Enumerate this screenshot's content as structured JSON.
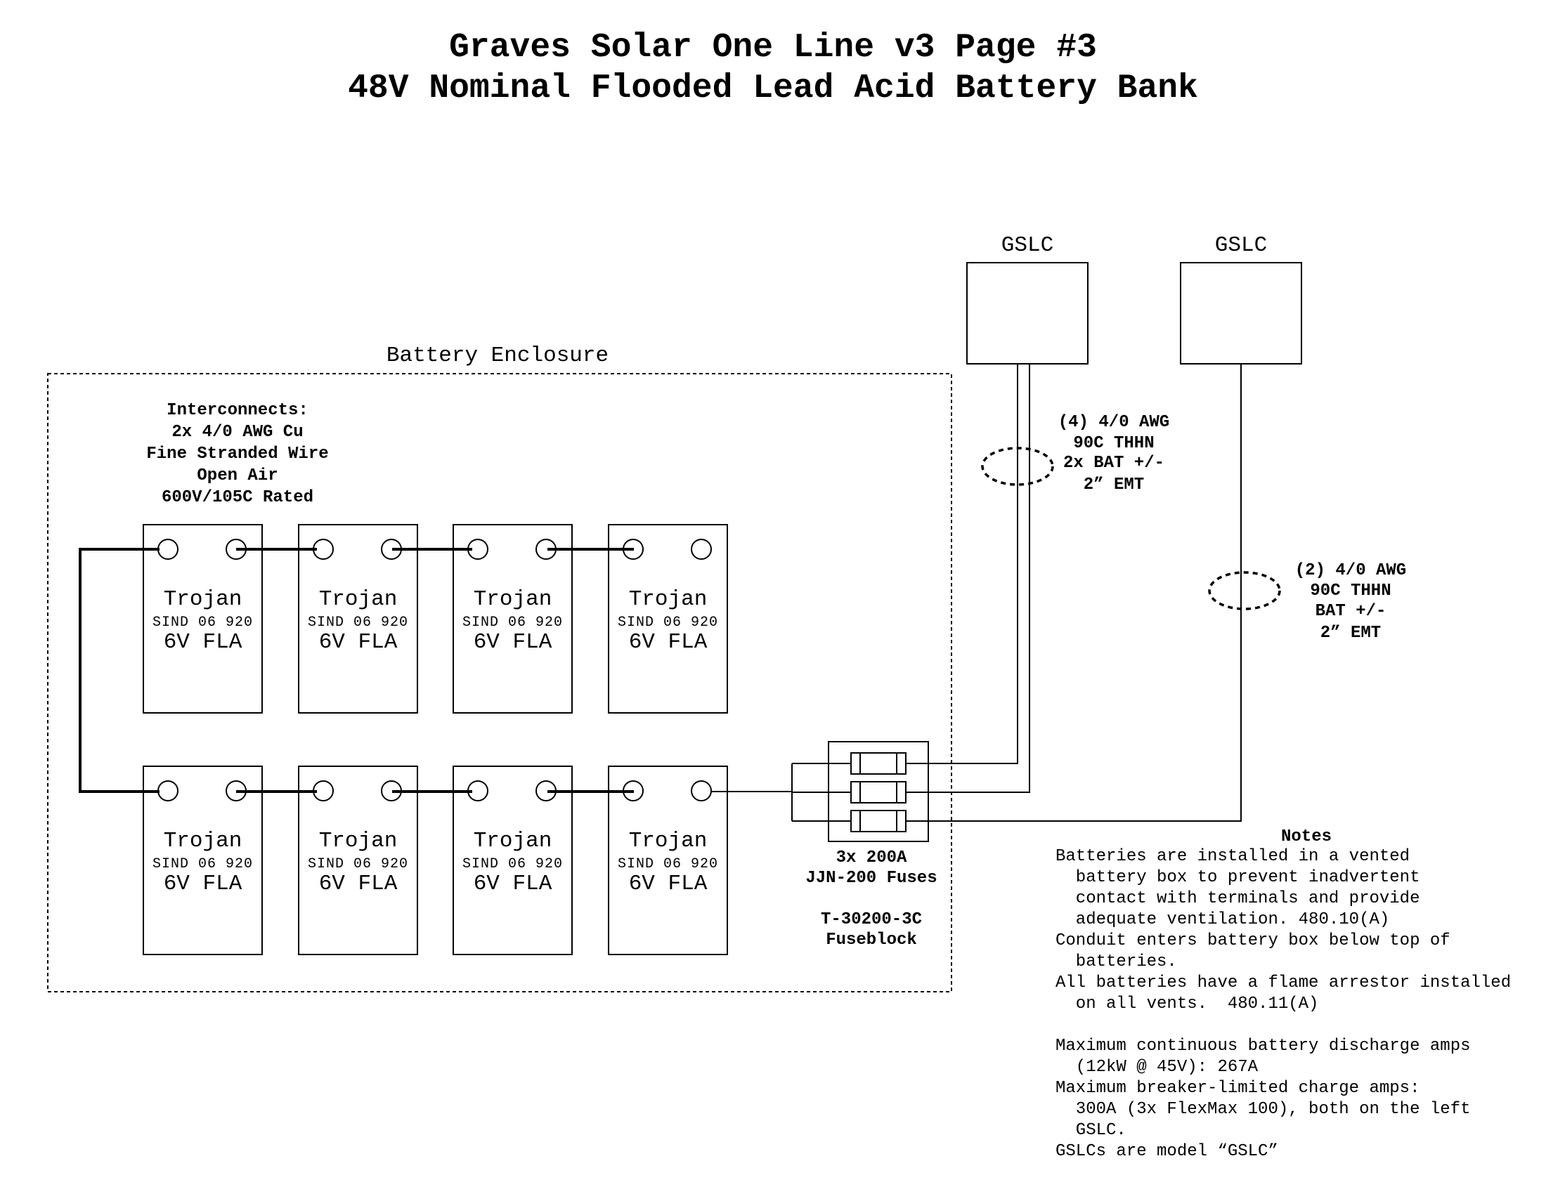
{
  "title": {
    "line1": "Graves Solar One Line v3 Page #3",
    "line2": "48V Nominal Flooded Lead Acid Battery Bank"
  },
  "enclosure": {
    "label": "Battery Enclosure"
  },
  "interconnects": {
    "lines": [
      "Interconnects:",
      "2x 4/0 AWG Cu",
      "Fine Stranded Wire",
      "Open Air",
      "600V/105C Rated"
    ]
  },
  "battery": {
    "brand": "Trojan",
    "model": "SIND 06 920",
    "type": "6V FLA",
    "count": 8
  },
  "fuses": {
    "lines": [
      "3x 200A",
      "JJN-200 Fuses"
    ],
    "block_lines": [
      "T-30200-3C",
      "Fuseblock"
    ]
  },
  "gslc": [
    {
      "label": "GSLC"
    },
    {
      "label": "GSLC"
    }
  ],
  "conduit_left": {
    "lines": [
      "(4) 4/0 AWG",
      "90C THHN",
      "2x BAT +/-",
      "2” EMT"
    ]
  },
  "conduit_right": {
    "lines": [
      "(2) 4/0 AWG",
      "90C THHN",
      "BAT +/-",
      "2” EMT"
    ]
  },
  "notes": {
    "heading": "Notes",
    "lines": [
      "Batteries are installed in a vented",
      "  battery box to prevent inadvertent",
      "  contact with terminals and provide",
      "  adequate ventilation. 480.10(A)",
      "Conduit enters battery box below top of",
      "  batteries.",
      "All batteries have a flame arrestor installed",
      "  on all vents.  480.11(A)",
      "",
      "Maximum continuous battery discharge amps",
      "  (12kW @ 45V): 267A",
      "Maximum breaker-limited charge amps:",
      "  300A (3x FlexMax 100), both on the left",
      "  GSLC.",
      "GSLCs are model “GSLC”"
    ]
  }
}
